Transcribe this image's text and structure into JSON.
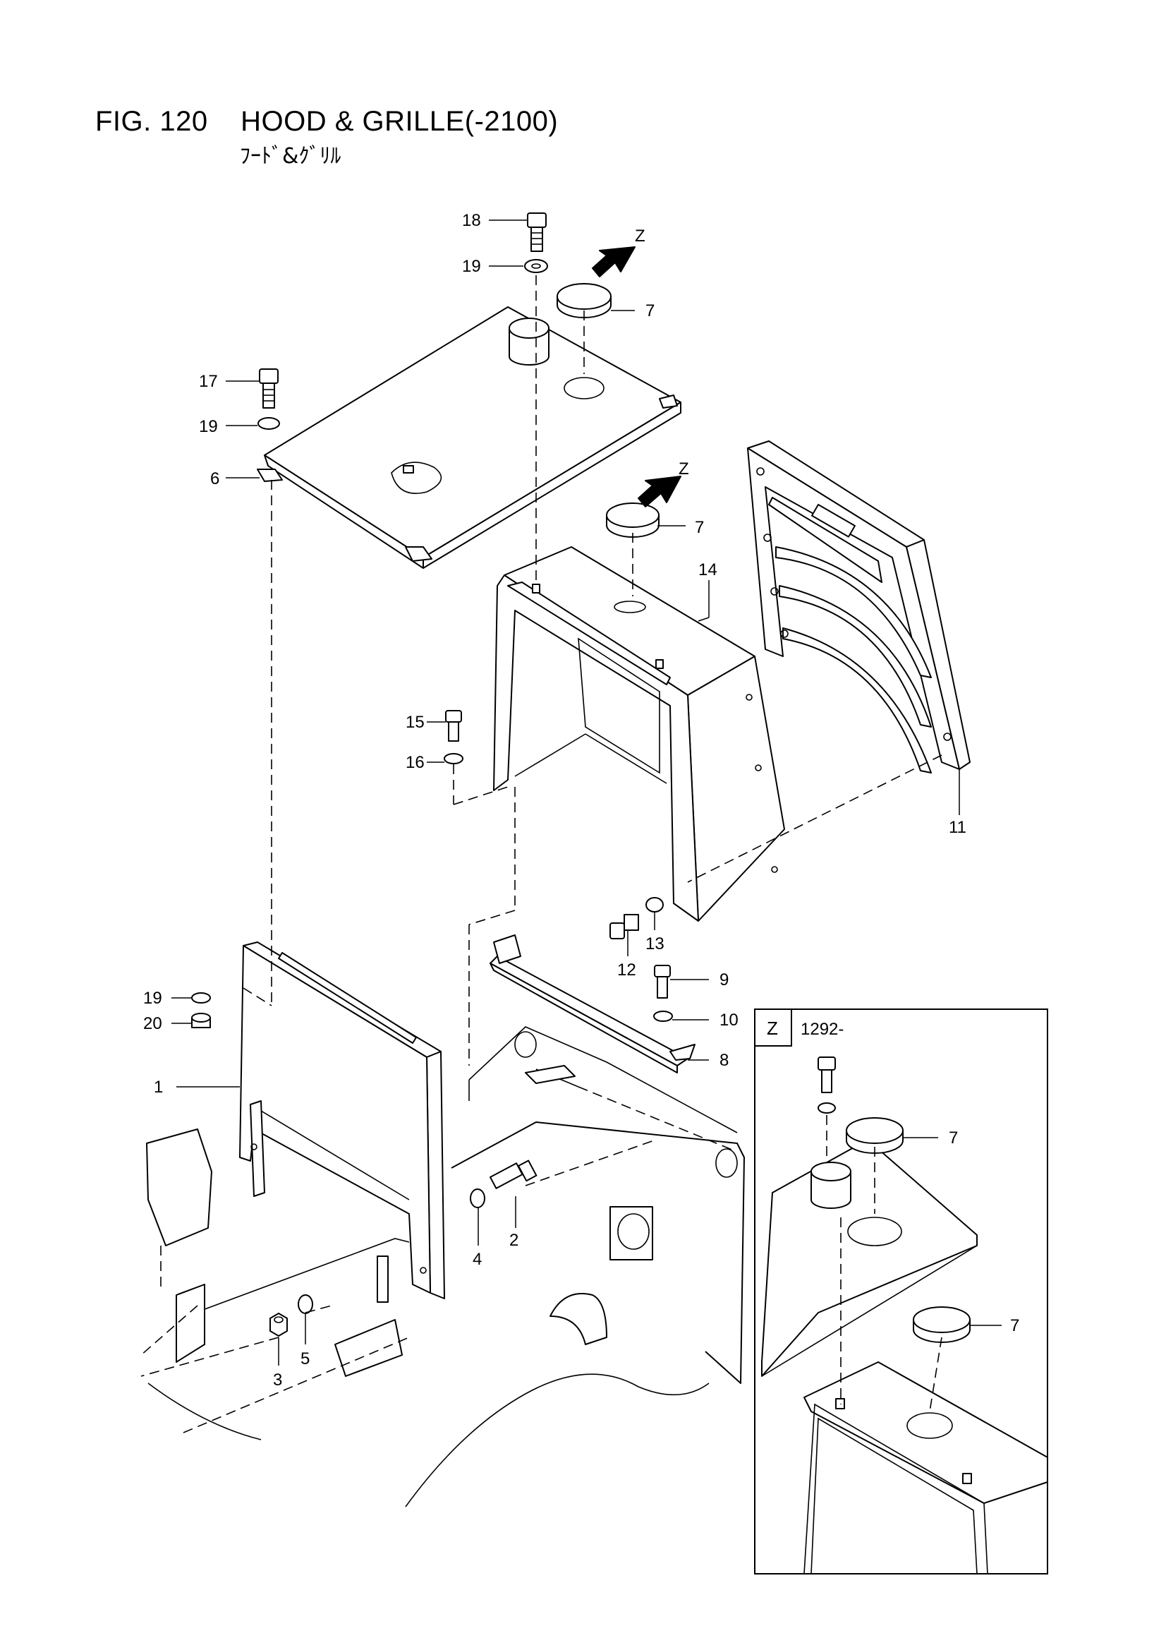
{
  "header": {
    "title": "FIG. 120    HOOD & GRILLE(-2100)",
    "subtitle": "ﾌｰﾄﾞ&ｸﾞﾘﾙ"
  },
  "view_marker": {
    "letter": "Z"
  },
  "detail": {
    "letter": "Z",
    "serial": "1292-"
  },
  "callouts": [
    "18",
    "19",
    "7",
    "17",
    "19",
    "6",
    "7",
    "14",
    "15",
    "16",
    "11",
    "12",
    "13",
    "9",
    "10",
    "8",
    "19",
    "20",
    "1",
    "2",
    "4",
    "3",
    "5",
    "7",
    "7"
  ]
}
